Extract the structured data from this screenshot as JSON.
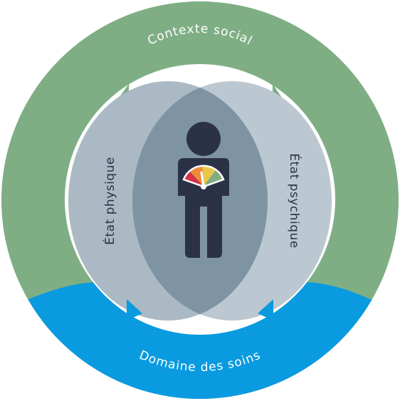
{
  "diagram": {
    "outer_ring": {
      "top_label": "Contexte social",
      "bottom_label": "Domaine des soins"
    },
    "center": {
      "left_label": "État physique",
      "right_label": "État psychique"
    }
  },
  "colors": {
    "social_context": "#7fae84",
    "care_domain": "#0a9ae0",
    "physical_circle": "#aab9c4",
    "psychic_circle": "#bcc8d1",
    "overlap": "#7f94a3",
    "person": "#2b3248",
    "gauge_red": "#d6314a",
    "gauge_orange": "#ef8a3a",
    "gauge_yellow": "#e9c64c",
    "gauge_green": "#7fae84"
  }
}
